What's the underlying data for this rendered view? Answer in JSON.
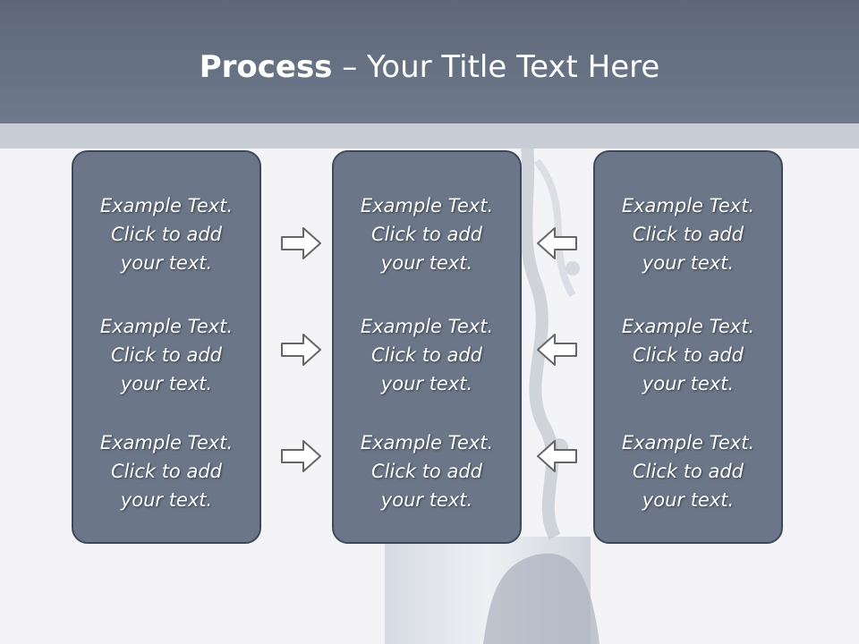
{
  "slide": {
    "title_bold": "Process",
    "title_rest": " – Your Title Text Here"
  },
  "columns": [
    {
      "items": [
        {
          "line1": "Example Text.",
          "line2": "Click  to add",
          "line3": "your text."
        },
        {
          "line1": "Example Text.",
          "line2": "Click  to add",
          "line3": "your text."
        },
        {
          "line1": "Example Text.",
          "line2": "Click  to add",
          "line3": "your text."
        }
      ]
    },
    {
      "items": [
        {
          "line1": "Example Text.",
          "line2": "Click  to add",
          "line3": "your text."
        },
        {
          "line1": "Example Text.",
          "line2": "Click  to add",
          "line3": "your text."
        },
        {
          "line1": "Example Text.",
          "line2": "Click  to add",
          "line3": "your text."
        }
      ]
    },
    {
      "items": [
        {
          "line1": "Example Text.",
          "line2": "Click  to add",
          "line3": "your text."
        },
        {
          "line1": "Example Text.",
          "line2": "Click  to add",
          "line3": "your text."
        },
        {
          "line1": "Example Text.",
          "line2": "Click  to add",
          "line3": "your text."
        }
      ]
    }
  ],
  "colors": {
    "header": "#6e7a8c",
    "panel": "#6b7789",
    "panel_border": "#3f4857",
    "arrow_stroke": "#666666"
  },
  "icons": [
    "arrow-right-icon",
    "arrow-left-icon"
  ]
}
